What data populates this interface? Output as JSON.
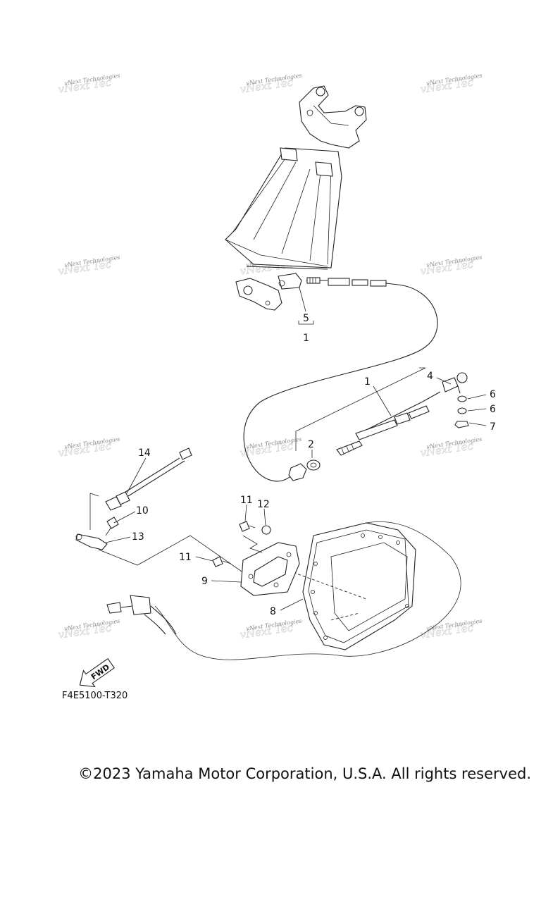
{
  "diagram": {
    "callouts": {
      "c1a": "1",
      "c5": "5",
      "c1b": "1",
      "c4": "4",
      "c6a": "6",
      "c6b": "6",
      "c7": "7",
      "c2": "2",
      "c14": "14",
      "c10": "10",
      "c13": "13",
      "c11a": "11",
      "c12": "12",
      "c11b": "11",
      "c9": "9",
      "c8": "8"
    },
    "diagram_code": "F4E5100-T320",
    "fwd_label": "FWD",
    "watermark_text": "vNext Technologies"
  },
  "footer": {
    "copyright": "©2023 Yamaha Motor Corporation, U.S.A. All rights reserved."
  }
}
